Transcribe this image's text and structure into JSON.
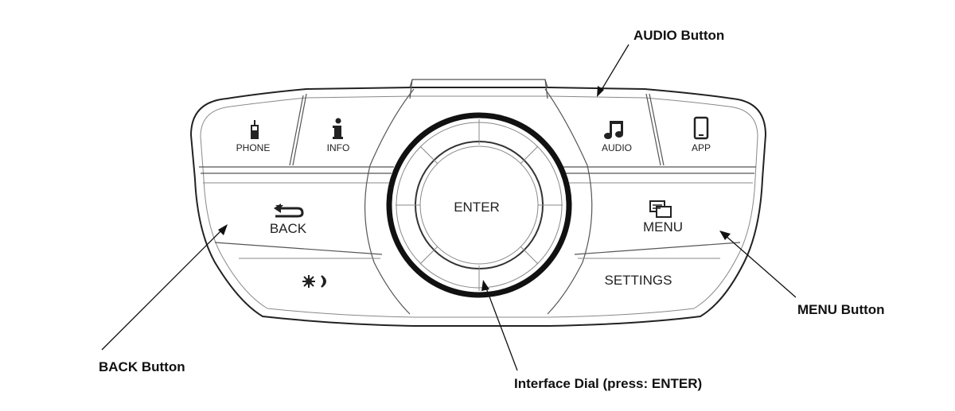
{
  "panel": {
    "buttons": {
      "phone": "PHONE",
      "info": "INFO",
      "audio": "AUDIO",
      "app": "APP",
      "back": "BACK",
      "menu": "MENU",
      "settings": "SETTINGS",
      "enter": "ENTER"
    },
    "icons": {
      "phone": "mobile-phone-icon",
      "info": "info-icon",
      "audio": "music-note-icon",
      "app": "smartphone-icon",
      "back": "return-arrow-icon",
      "menu": "menu-screens-icon",
      "day_night": "sun-moon-icon"
    }
  },
  "callouts": {
    "audio": "AUDIO Button",
    "back": "BACK Button",
    "menu": "MENU Button",
    "dial": "Interface Dial (press: ENTER)"
  }
}
